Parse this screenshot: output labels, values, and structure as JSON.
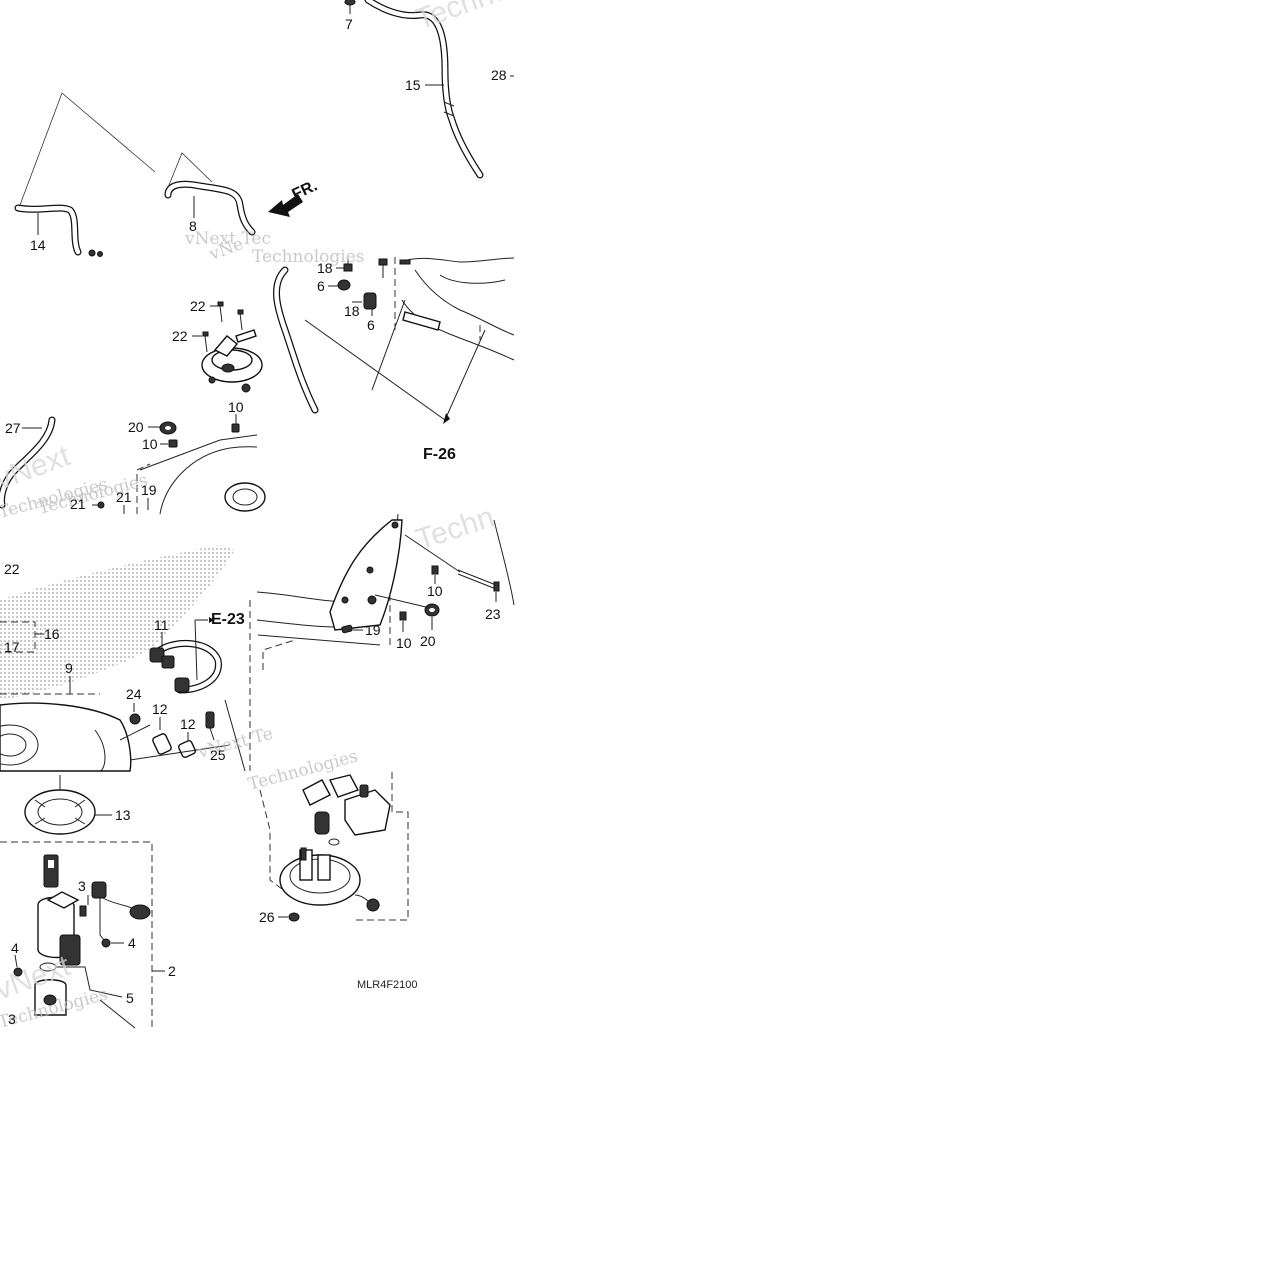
{
  "diagram": {
    "code": "MLR4F2100",
    "refs": {
      "e23": "E-23",
      "f26": "F-26",
      "fr": "FR."
    },
    "labels": {
      "p2": "2",
      "p3a": "3",
      "p3b": "3",
      "p4a": "4",
      "p4b": "4",
      "p5": "5",
      "p6a": "6",
      "p6b": "6",
      "p7": "7",
      "p8": "8",
      "p9": "9",
      "p10a": "10",
      "p10b": "10",
      "p10c": "10",
      "p10d": "10",
      "p11": "11",
      "p12a": "12",
      "p12b": "12",
      "p13": "13",
      "p14": "14",
      "p15": "15",
      "p16": "16",
      "p17": "17",
      "p18a": "18",
      "p18b": "18",
      "p19a": "19",
      "p19b": "19",
      "p20a": "20",
      "p20b": "20",
      "p21a": "21",
      "p21b": "21",
      "p22a": "22",
      "p22b": "22",
      "p22c": "22",
      "p23": "23",
      "p24": "24",
      "p25": "25",
      "p26": "26",
      "p27": "27",
      "p28": "28"
    },
    "watermarks": {
      "w1": "vNext Tec",
      "w2": "Technologies",
      "w3": "vNext",
      "w4": "Technologies",
      "w5": "Techno",
      "w6": "vNext Te",
      "w7": "Technologies",
      "w8": "vNext",
      "w9": "Technologies",
      "w10": "Techn",
      "w11": "vNe",
      "w12": "Technologies"
    }
  }
}
